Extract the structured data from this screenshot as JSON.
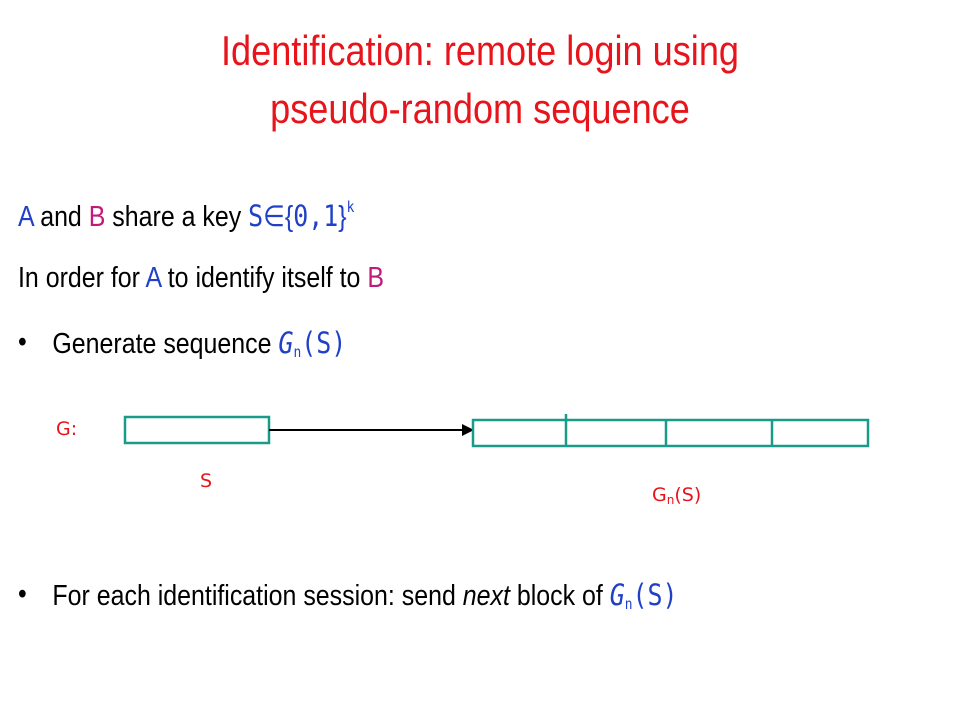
{
  "title": {
    "line1": "Identification: remote login using",
    "line2": "pseudo-random sequence"
  },
  "line1": {
    "a": "A",
    "and": " and ",
    "b": "B",
    "share": " share a key ",
    "s": "S",
    "in": "∈",
    "lbrace": "{",
    "set": "0,1",
    "rbrace": "}",
    "k": "k"
  },
  "line2": {
    "prefix": "In order for ",
    "a": "A",
    "mid": " to identify itself to ",
    "b": "B"
  },
  "bullet1": {
    "dot": "•",
    "text": "Generate sequence ",
    "g": "G",
    "n": "n",
    "arg": "(S)"
  },
  "diagram": {
    "g_label": "G:",
    "s_label": "S",
    "gns_g": "G",
    "gns_n": "n",
    "gns_arg": "(S)",
    "output_blocks": 4
  },
  "bullet2": {
    "dot": "•",
    "text1": "For each identification session: send ",
    "next": "next",
    "text2": " block of ",
    "g": "G",
    "n": "n",
    "arg": "(S)"
  },
  "colors": {
    "title": "#e8141b",
    "blue": "#2040c8",
    "magenta": "#c4187a",
    "box": "#1a9a8a"
  }
}
